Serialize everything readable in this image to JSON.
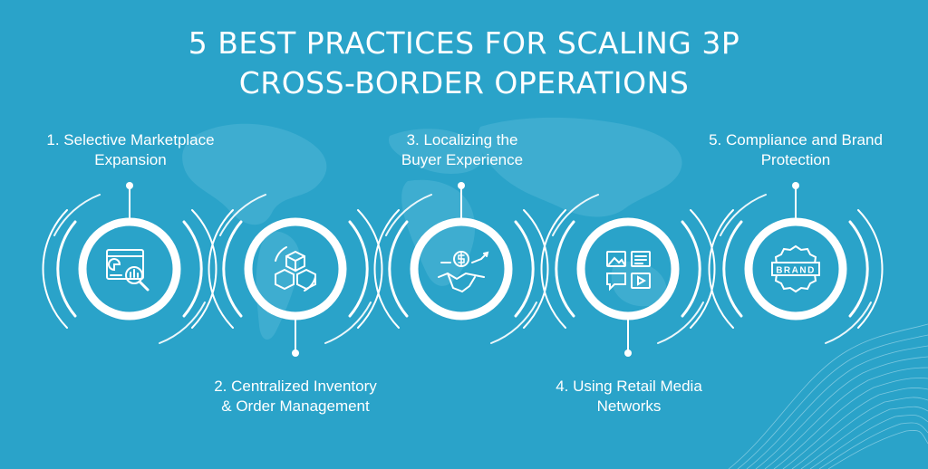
{
  "title": {
    "line1": "5 BEST PRACTICES FOR SCALING 3P",
    "line2": "CROSS-BORDER OPERATIONS"
  },
  "practices": [
    {
      "line1": "1. Selective Marketplace",
      "line2": "Expansion",
      "icon": "analytics-magnifier-icon"
    },
    {
      "line1": "2. Centralized Inventory",
      "line2": "& Order Management",
      "icon": "boxes-cycle-icon"
    },
    {
      "line1": "3. Localizing the",
      "line2": "Buyer Experience",
      "icon": "handshake-dollar-icon"
    },
    {
      "line1": "4. Using Retail Media",
      "line2": "Networks",
      "icon": "media-grid-icon"
    },
    {
      "line1": "5. Compliance and Brand",
      "line2": "Protection",
      "icon": "brand-badge-icon"
    }
  ],
  "brand_badge_text": "BRAND",
  "colors": {
    "background": "#2aa3c9",
    "foreground": "#ffffff",
    "map": "#4fb6d6"
  }
}
